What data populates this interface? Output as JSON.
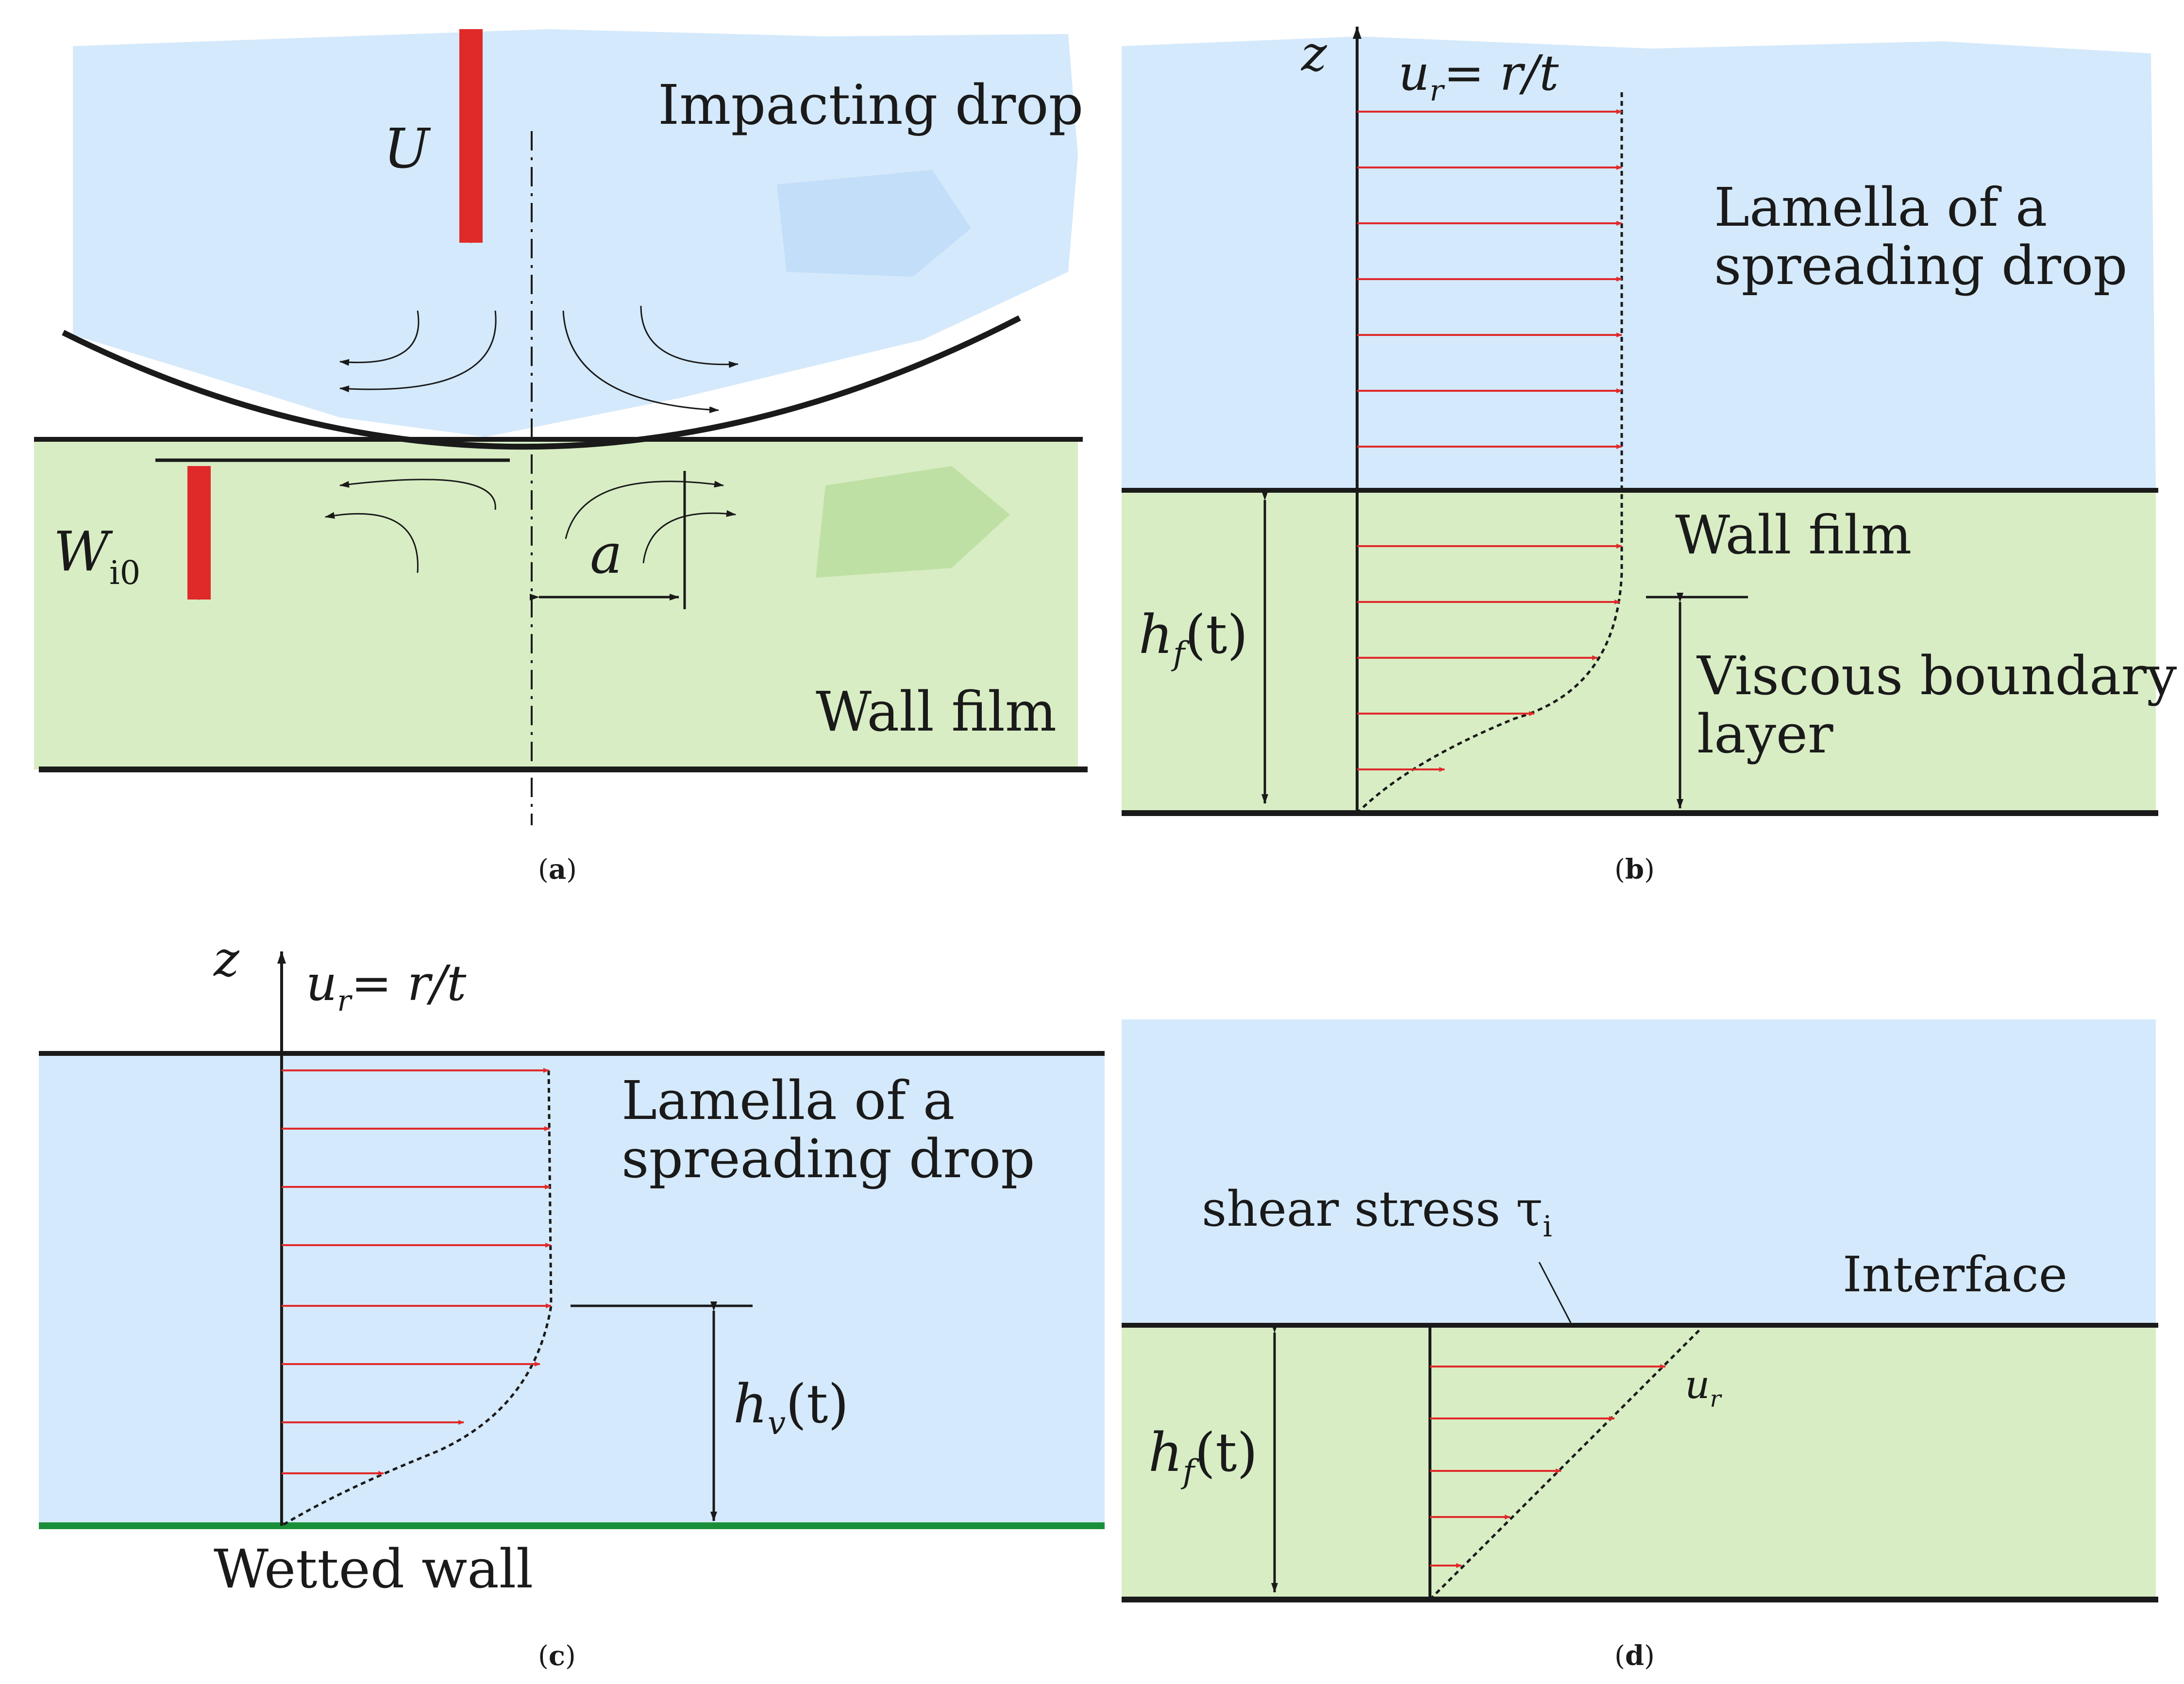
{
  "colors": {
    "drop_blue": "#d4e9fb",
    "film_green": "#d8edc4",
    "arrow_red": "#e02a2a",
    "wall_green": "#1a8f3a",
    "line": "#1a1a1a"
  },
  "panel_a": {
    "caption_open": "(",
    "caption_letter": "a",
    "caption_close": ")",
    "impacting_drop": "Impacting drop",
    "velocity_U": "U",
    "velocity_W": "W",
    "velocity_W_sub": "i0",
    "radius_a": "a",
    "wall_film": "Wall film"
  },
  "panel_b": {
    "caption_open": "(",
    "caption_letter": "b",
    "caption_close": ")",
    "axis_z": "z",
    "ur_u": "u",
    "ur_sub": "r",
    "ur_rhs": "= r/t",
    "lamella_line1": "Lamella of a",
    "lamella_line2": "spreading drop",
    "wall_film": "Wall film",
    "hf_h": "h",
    "hf_sub": "f",
    "hf_t": "(t)",
    "viscous_line1": "Viscous boundary",
    "viscous_line2": "layer"
  },
  "panel_c": {
    "caption_open": "(",
    "caption_letter": "c",
    "caption_close": ")",
    "axis_z": "z",
    "ur_u": "u",
    "ur_sub": "r",
    "ur_rhs": "= r/t",
    "lamella_line1": "Lamella of a",
    "lamella_line2": "spreading drop",
    "hv_h": "h",
    "hv_sub": "v",
    "hv_t": "(t)",
    "wetted_wall": "Wetted wall"
  },
  "panel_d": {
    "caption_open": "(",
    "caption_letter": "d",
    "caption_close": ")",
    "shear_stress": "shear stress τ",
    "shear_sub": "i",
    "interface": "Interface",
    "ur_u": "u",
    "ur_sub": "r",
    "hf_h": "h",
    "hf_sub": "f",
    "hf_t": "(t)"
  }
}
